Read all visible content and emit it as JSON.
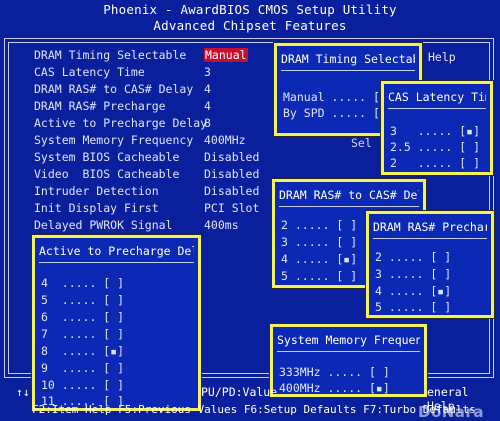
{
  "header": {
    "title": "Phoenix - AwardBIOS CMOS Setup Utility",
    "subtitle": "Advanced Chipset Features"
  },
  "settings": [
    {
      "label": "DRAM Timing Selectable",
      "value": "Manual",
      "selected": true
    },
    {
      "label": "CAS Latency Time",
      "value": "3"
    },
    {
      "label": "DRAM RAS# to CAS# Delay",
      "value": "4"
    },
    {
      "label": "DRAM RAS# Precharge",
      "value": "4"
    },
    {
      "label": "Active to Precharge Delay",
      "value": "8"
    },
    {
      "label": "System Memory Frequency",
      "value": "400MHz"
    },
    {
      "label": "System BIOS Cacheable",
      "value": "Disabled"
    },
    {
      "label": "Video  BIOS Cacheable",
      "value": "Disabled"
    },
    {
      "label": "Intruder Detection",
      "value": "Disabled"
    },
    {
      "label": "Init Display First",
      "value": "PCI Slot"
    },
    {
      "label": "Delayed PWROK Signal",
      "value": "400ms"
    }
  ],
  "help_panel": {
    "title": "Help",
    "text": "Sel"
  },
  "popups": {
    "dram_timing": {
      "title": "DRAM Timing Selectable",
      "options": [
        "Manual ..... [▪]",
        "By SPD ..... [ ]"
      ]
    },
    "cas_latency": {
      "title": "CAS Latency Time",
      "options": [
        "3   ..... [▪]",
        "2.5 ..... [ ]",
        "2   ..... [ ]"
      ]
    },
    "ras_to_cas": {
      "title": "DRAM RAS# to CAS# Delay",
      "options": [
        "2 ..... [ ]",
        "3 ..... [ ]",
        "4 ..... [▪]",
        "5 ..... [ ]"
      ]
    },
    "ras_precharge": {
      "title": "DRAM RAS# Precharge",
      "options": [
        "2 ..... [ ]",
        "3 ..... [ ]",
        "4 ..... [▪]",
        "5 ..... [ ]"
      ]
    },
    "active_precharge": {
      "title": "Active to Precharge Delay",
      "options": [
        "4  ..... [ ]",
        "5  ..... [ ]",
        "6  ..... [ ]",
        "7  ..... [ ]",
        "8  ..... [▪]",
        "9  ..... [ ]",
        "10 ..... [ ]",
        "11 ..... [ ]"
      ]
    },
    "memory_frequency": {
      "title": "System Memory Frequency",
      "options": [
        "333MHz ..... [ ]",
        "400MHz ..... [▪]"
      ]
    }
  },
  "footer": {
    "line1_left": "↑↓",
    "line1_mid": "PU/PD:Value",
    "line1_right": "eneral Help",
    "line2": "F2:Item Help F5:Previous Values F6:Setup Defaults F7:Turbo Defaults",
    "watermark": "DoNara"
  }
}
